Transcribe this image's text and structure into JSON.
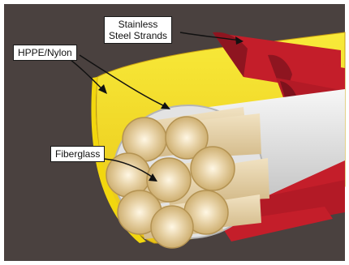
{
  "diagram": {
    "labels": {
      "stainless": [
        "Stainless",
        "Steel Strands"
      ],
      "hppe": "HPPE/Nylon",
      "fiberglass": "Fiberglass"
    },
    "colors": {
      "background": "#4a413f",
      "yellow_jacket": "#f5e11b",
      "yellow_jacket_dark": "#e0b910",
      "steel_red": "#c41e2a",
      "steel_red_dark": "#8e1520",
      "core_gray": "#d9d9d9",
      "core_light": "#f4f4f4",
      "fiber_tan": "#e8d3a8",
      "fiber_dark": "#cbb07a"
    }
  }
}
